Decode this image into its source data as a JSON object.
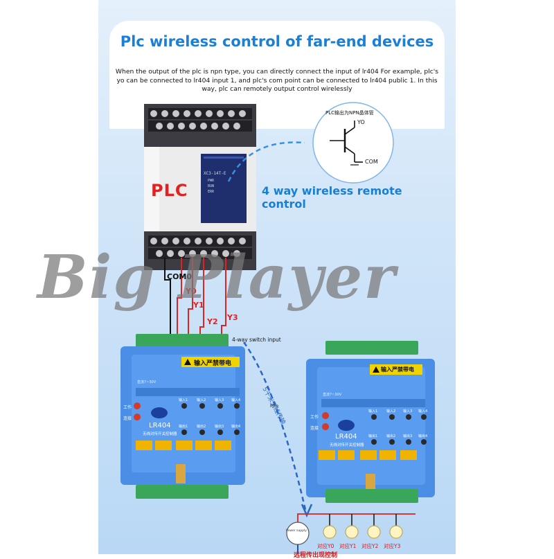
{
  "header": {
    "title": "Plc wireless control of far-end devices",
    "description": "When the output of the plc is npn type, you can directly connect the input of lr404 For example, plc's yo can be connected to lr404 input 1, and plc's com point can be connected to lr404 public 1. In this way, plc can remotely output control wirelessly"
  },
  "plc": {
    "label": "PLC",
    "model": "XC3-14T-E",
    "leds": [
      "PWR",
      "RUN",
      "ERR"
    ]
  },
  "transistor_diagram": {
    "title": "PLC输出为NPN晶体管",
    "collector_label": "YO",
    "emitter_label": "COM"
  },
  "wireless_caption": "4 way wireless remote control",
  "wiring": {
    "com0": "COM0",
    "y0": "Y0",
    "y1": "Y1",
    "y2": "Y2",
    "y3": "Y3",
    "switch_input": "4-way switch input",
    "distance": "5千米无线传输",
    "plce": "Plce"
  },
  "modules": {
    "left": {
      "warning": "输入严禁带电",
      "name": "LR404",
      "subtitle": "无线对传开关控制器",
      "voltage": "直流7~30V",
      "work": "工作",
      "link": "连接",
      "inputs": [
        "输入1",
        "输入2",
        "输入3",
        "输入4"
      ],
      "outputs": [
        "输出1",
        "输出2",
        "输出3",
        "输出4"
      ]
    },
    "right": {
      "warning": "输入严禁带电",
      "name": "LR404",
      "subtitle": "无线对传开关控制器",
      "voltage": "直流7~30V",
      "work": "工作",
      "link": "连接",
      "inputs": [
        "输入1",
        "输入2",
        "输入3",
        "输入4"
      ],
      "outputs": [
        "输出1",
        "输出2",
        "输出3",
        "输出4"
      ]
    }
  },
  "load": {
    "power_label": "Power supply",
    "lamps": [
      "对应Y0",
      "对应Y1",
      "对应Y2",
      "对应Y3"
    ],
    "bottom_text": "远程传出现控制"
  },
  "watermark": "Big Player",
  "colors": {
    "title_blue": "#1b7fd6",
    "wire_red": "#e02222",
    "module_blue": "#4a8ee6",
    "terminal_green": "#3aa65a",
    "relay_yellow": "#f0b400"
  }
}
